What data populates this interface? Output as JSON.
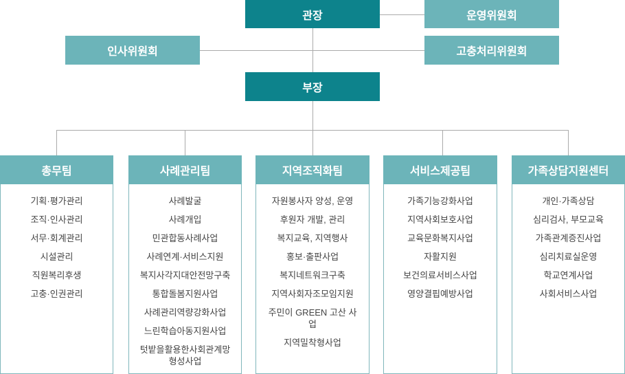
{
  "top": {
    "director": "관장",
    "deputy": "부장",
    "committees": {
      "operation": "운영위원회",
      "personnel": "인사위원회",
      "grievance": "고충처리위원회"
    }
  },
  "teams": [
    {
      "name": "총무팀",
      "items": [
        "기획·평가관리",
        "조직·인사관리",
        "서무·회계관리",
        "시설관리",
        "직원복리후생",
        "고충·인권관리"
      ]
    },
    {
      "name": "사례관리팀",
      "items": [
        "사례발굴",
        "사례개입",
        "민관합동사례사업",
        "사례연계·서비스지원",
        "복지사각지대안전망구축",
        "통합돌봄지원사업",
        "사례관리역량강화사업",
        "느린학습아동지원사업",
        "텃밭을활용한사회관계망 형성사업"
      ]
    },
    {
      "name": "지역조직화팀",
      "items": [
        "자원봉사자 양성, 운영",
        "후원자 개발, 관리",
        "복지교육, 지역행사",
        "홍보·출판사업",
        "복지네트워크구축",
        "지역사회자조모임지원",
        "주민이 GREEN 고산 사업",
        "지역밀착형사업"
      ]
    },
    {
      "name": "서비스제공팀",
      "items": [
        "가족기능강화사업",
        "지역사회보호사업",
        "교육문화복지사업",
        "자활지원",
        "보건의료서비스사업",
        "영양결핍예방사업"
      ]
    },
    {
      "name": "가족상담지원센터",
      "items": [
        "개인·가족상담",
        "심리검사, 부모교육",
        "가족관계증진사업",
        "심리치료실운영",
        "학교연계사업",
        "사회서비스사업"
      ]
    }
  ]
}
